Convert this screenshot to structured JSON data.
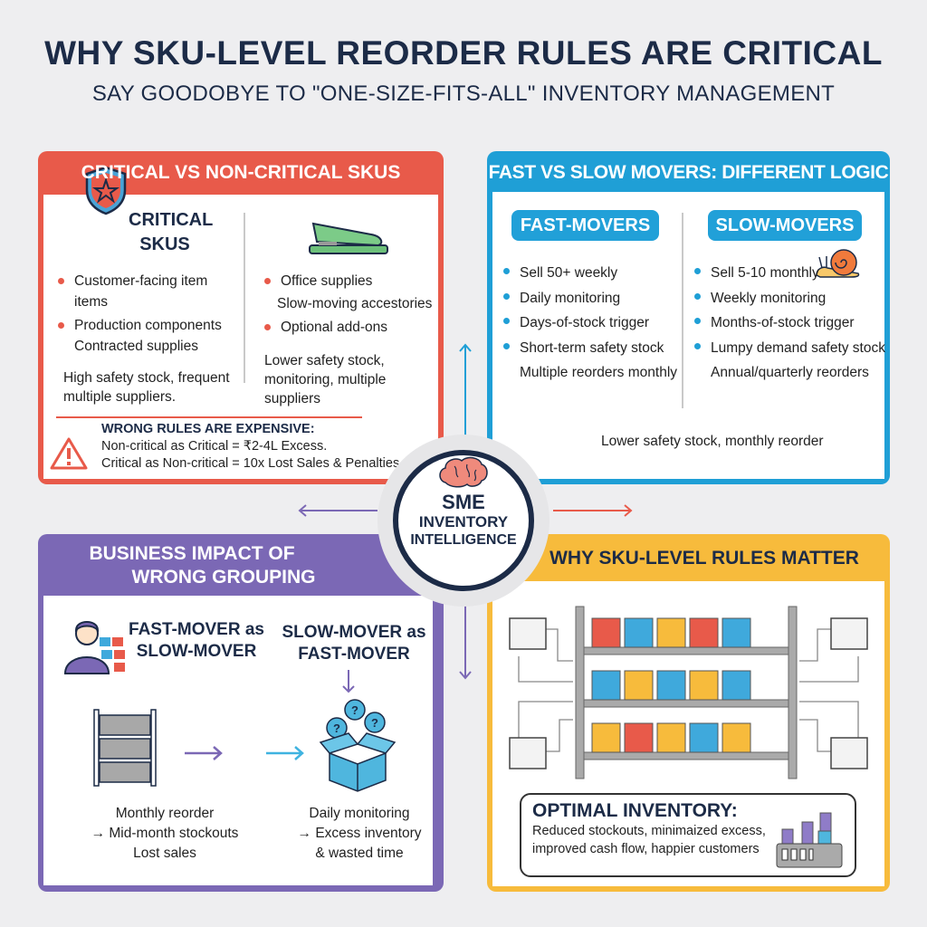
{
  "header": {
    "title": "WHY SKU-LEVEL REORDER RULES ARE CRITICAL",
    "subtitle": "SAY GOODOBYE TO \"ONE-SIZE-FITS-ALL\" INVENTORY MANAGEMENT"
  },
  "colors": {
    "red": "#e85a4a",
    "blue": "#1f9fd6",
    "purple": "#7b68b5",
    "yellow": "#f7bb3c",
    "navy": "#1c2b47"
  },
  "critical": {
    "title": "CRITICAL VS NON-CRITICAL SKUS",
    "critical_label": "CRITICAL SKUS",
    "left_items": [
      "Customer-facing item items",
      "Production components"
    ],
    "left_extra": "Contracted supplies",
    "left_note": "High safety stock, frequent multiple suppliers.",
    "right_items": [
      "Office supplies"
    ],
    "right_extra": "Slow-moving accestories",
    "right_item2": "Optional add-ons",
    "right_note": "Lower safety stock, monitoring, multiple suppliers",
    "warning_title": "WRONG RULES ARE EXPENSIVE:",
    "warning_lines": [
      "Non-critical as Critical = ₹2-4L Excess.",
      "Critical as Non-critical = 10x Lost Sales & Penalties"
    ],
    "icons": [
      "shield-star-icon",
      "stapler-icon",
      "warning-icon"
    ]
  },
  "movers": {
    "title": "FAST VS SLOW MOVERS: DIFFERENT LOGIC",
    "fast": {
      "label": "FAST-MOVERS",
      "items": [
        "Sell 50+ weekly",
        "Daily monitoring",
        "Days-of-stock trigger",
        "Short-term safety stock"
      ],
      "extra": "Multiple reorders monthly"
    },
    "slow": {
      "label": "SLOW-MOVERS",
      "items": [
        "Sell 5-10 monthly",
        "Weekly monitoring",
        "Months-of-stock trigger",
        "Lumpy demand safety stock"
      ],
      "extra": "Annual/quarterly reorders"
    },
    "note": "Lower safety stock, monthly reorder",
    "icons": [
      "snail-icon"
    ]
  },
  "center": {
    "line1": "SME",
    "line2": "INVENTORY",
    "line3": "INTELLIGENCE",
    "icon": "brain-icon"
  },
  "impact": {
    "title_line1": "BUSINESS IMPACT OF",
    "title_line2": "WRONG GROUPING",
    "left_heading_1": "FAST-MOVER as",
    "left_heading_2": "SLOW-MOVER",
    "right_heading_1": "SLOW-MOVER as",
    "right_heading_2": "FAST-MOVER",
    "left_lines": [
      "Monthly reorder",
      "→ Mid-month stockouts",
      "Lost sales"
    ],
    "right_lines": [
      "Daily monitoring",
      "→ Excess inventory",
      "& wasted time"
    ],
    "icons": [
      "worker-icon",
      "shelf-icon",
      "open-box-icon"
    ]
  },
  "matter": {
    "title": "WHY SKU-LEVEL RULES MATTER",
    "optimal_title": "OPTIMAL INVENTORY:",
    "optimal_lines": [
      "Reduced stockouts, minimaized excess,",
      "improved cash flow, happier customers"
    ],
    "icons": [
      "warehouse-shelf-icon",
      "device-icon",
      "bar-chart-icon"
    ]
  }
}
